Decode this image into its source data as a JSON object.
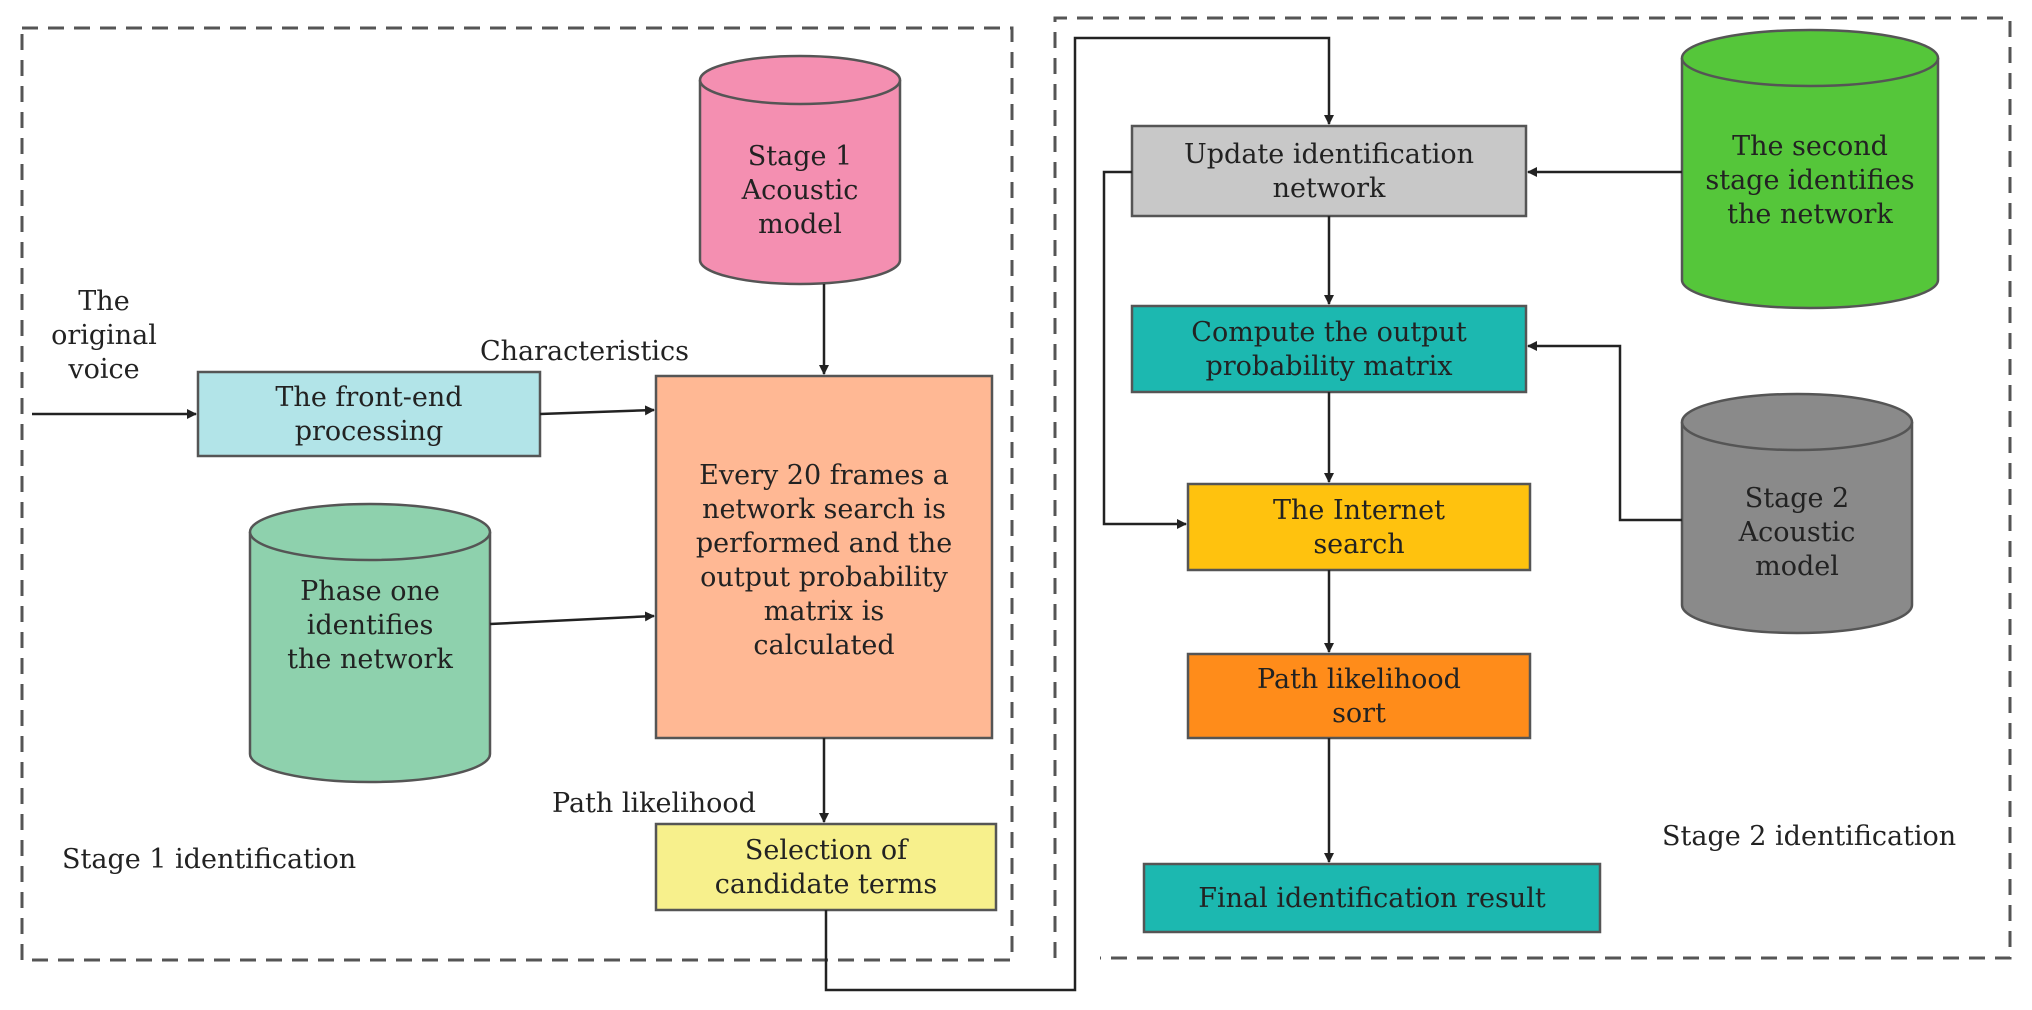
{
  "stage1": {
    "label": "Stage 1 identification",
    "input_label": [
      "The",
      "original",
      "voice"
    ],
    "characteristics_label": "Characteristics",
    "path_likelihood_label": "Path likelihood",
    "acoustic_model": {
      "lines": [
        "Stage 1",
        "Acoustic",
        "model"
      ],
      "color": "#f48fb1"
    },
    "front_end": {
      "lines": [
        "The front-end",
        "processing"
      ],
      "color": "#b2e4e8"
    },
    "network": {
      "lines": [
        "Phase one",
        "identifies",
        "the network"
      ],
      "color": "#8ed1ad"
    },
    "search": {
      "lines": [
        "Every 20 frames a",
        "network search is",
        "performed and the",
        "output probability",
        "matrix is",
        "calculated"
      ],
      "color": "#ffb894"
    },
    "candidates": {
      "lines": [
        "Selection of",
        "candidate terms"
      ],
      "color": "#f7f08c"
    }
  },
  "stage2": {
    "label": "Stage 2 identification",
    "update": {
      "lines": [
        "Update identification",
        "network"
      ],
      "color": "#c8c8c8"
    },
    "compute": {
      "lines": [
        "Compute the output",
        "probability matrix"
      ],
      "color": "#1cb8b0"
    },
    "internet": {
      "lines": [
        "The Internet",
        "search"
      ],
      "color": "#ffc20e"
    },
    "sort": {
      "lines": [
        "Path likelihood",
        "sort"
      ],
      "color": "#ff8c1a"
    },
    "final": {
      "lines": [
        "Final identification result"
      ],
      "color": "#1cb8b0"
    },
    "network": {
      "lines": [
        "The second",
        "stage identifies",
        "the network"
      ],
      "color": "#55c63a"
    },
    "acoustic_model": {
      "lines": [
        "Stage 2",
        "Acoustic",
        "model"
      ],
      "color": "#8a8a8a"
    }
  }
}
